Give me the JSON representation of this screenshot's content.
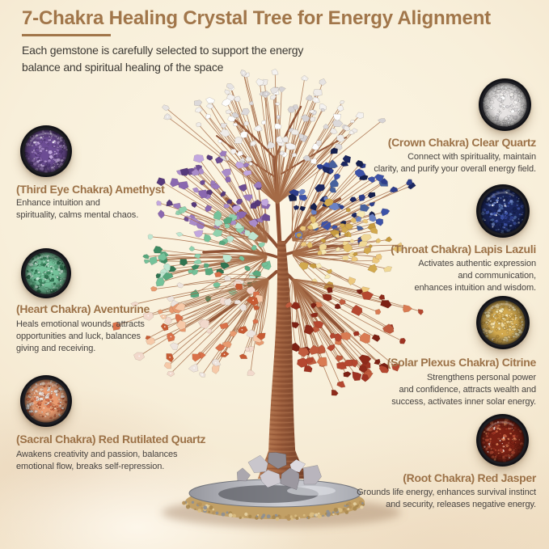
{
  "colors": {
    "accent_brown": "#A1764A",
    "label_brown": "#9C7248",
    "body_text": "#474340",
    "bg_center": "#FCF6E4",
    "bg_edge": "#F1E1C6"
  },
  "header": {
    "title": "7-Chakra Healing Crystal Tree for Energy Alignment",
    "subtitle_lines": [
      "Each gemstone is carefully selected to support the energy",
      "balance and spiritual healing of the space"
    ]
  },
  "chakras": {
    "left": [
      {
        "id": "third-eye",
        "stone": "Amethyst",
        "label": "(Third Eye Chakra) Amethyst",
        "desc_lines": [
          "Enhance intuition and",
          "spirituality, calms mental chaos."
        ],
        "palette": [
          "#8A68B0",
          "#6C4C94",
          "#A98BC9",
          "#563A7C",
          "#C2A7DF",
          "#9B7BBE"
        ]
      },
      {
        "id": "heart",
        "stone": "Aventurine",
        "label": "(Heart Chakra) Aventurine",
        "desc_lines": [
          "Heals emotional wounds, attracts",
          "opportunities and luck,  balances",
          "giving and receiving."
        ],
        "palette": [
          "#58A87E",
          "#74C29A",
          "#3D8A62",
          "#8FD1AE",
          "#2F7451",
          "#BFE7D2"
        ]
      },
      {
        "id": "sacral",
        "stone": "Red Rutilated Quartz",
        "label": "(Sacral Chakra) Red Rutilated Quartz",
        "desc_lines": [
          "Awakens creativity and passion, balances",
          "emotional flow,  breaks self-repression."
        ],
        "palette": [
          "#D9714A",
          "#E89A6F",
          "#F2D9CC",
          "#EDE4DE",
          "#C75B33",
          "#F6C9A8"
        ]
      }
    ],
    "right": [
      {
        "id": "crown",
        "stone": "Clear Quartz",
        "label": "(Crown Chakra) Clear Quartz",
        "desc_lines": [
          "Connect with spirituality, maintain",
          "clarity, and purify your overall energy field."
        ],
        "palette": [
          "#F4F2F0",
          "#E6E3E2",
          "#DCD9DA",
          "#FDFDFD",
          "#EFECE9",
          "#D6D3D5"
        ]
      },
      {
        "id": "throat",
        "stone": "Lapis Lazuli",
        "label": "(Throat Chakra) Lapis Lazuli",
        "desc_lines": [
          "Activates authentic expression",
          "and communication,",
          "enhances intuition and wisdom."
        ],
        "palette": [
          "#2D3E8C",
          "#1B2760",
          "#3C52A8",
          "#15204E",
          "#46619E",
          "#6B82C4"
        ]
      },
      {
        "id": "solar",
        "stone": "Citrine",
        "label": "(Solar Plexus Chakra) Citrine",
        "desc_lines": [
          "Strengthens personal power",
          "and confidence, attracts wealth and",
          "success, activates inner solar energy."
        ],
        "palette": [
          "#E3BE6A",
          "#D2A94E",
          "#F0D896",
          "#C69A3E",
          "#EDC87D",
          "#F7E9B4"
        ]
      },
      {
        "id": "root",
        "stone": "Red Jasper",
        "label": "(Root Chakra) Red Jasper",
        "desc_lines": [
          "Grounds life energy, enhances survival instinct",
          "and security, releases negative energy."
        ],
        "palette": [
          "#9E3322",
          "#7C2114",
          "#B54730",
          "#8E2A1A",
          "#C05B3D",
          "#D97B52"
        ]
      }
    ]
  },
  "tree": {
    "trunk_light": "#C28459",
    "trunk_mid": "#9A5C3B",
    "trunk_dark": "#6F3D27",
    "wire": "#A46B46",
    "base_slab_light": "#CDCED4",
    "base_slab_dark": "#5F6067",
    "base_rim_tan": "#C2A066"
  }
}
